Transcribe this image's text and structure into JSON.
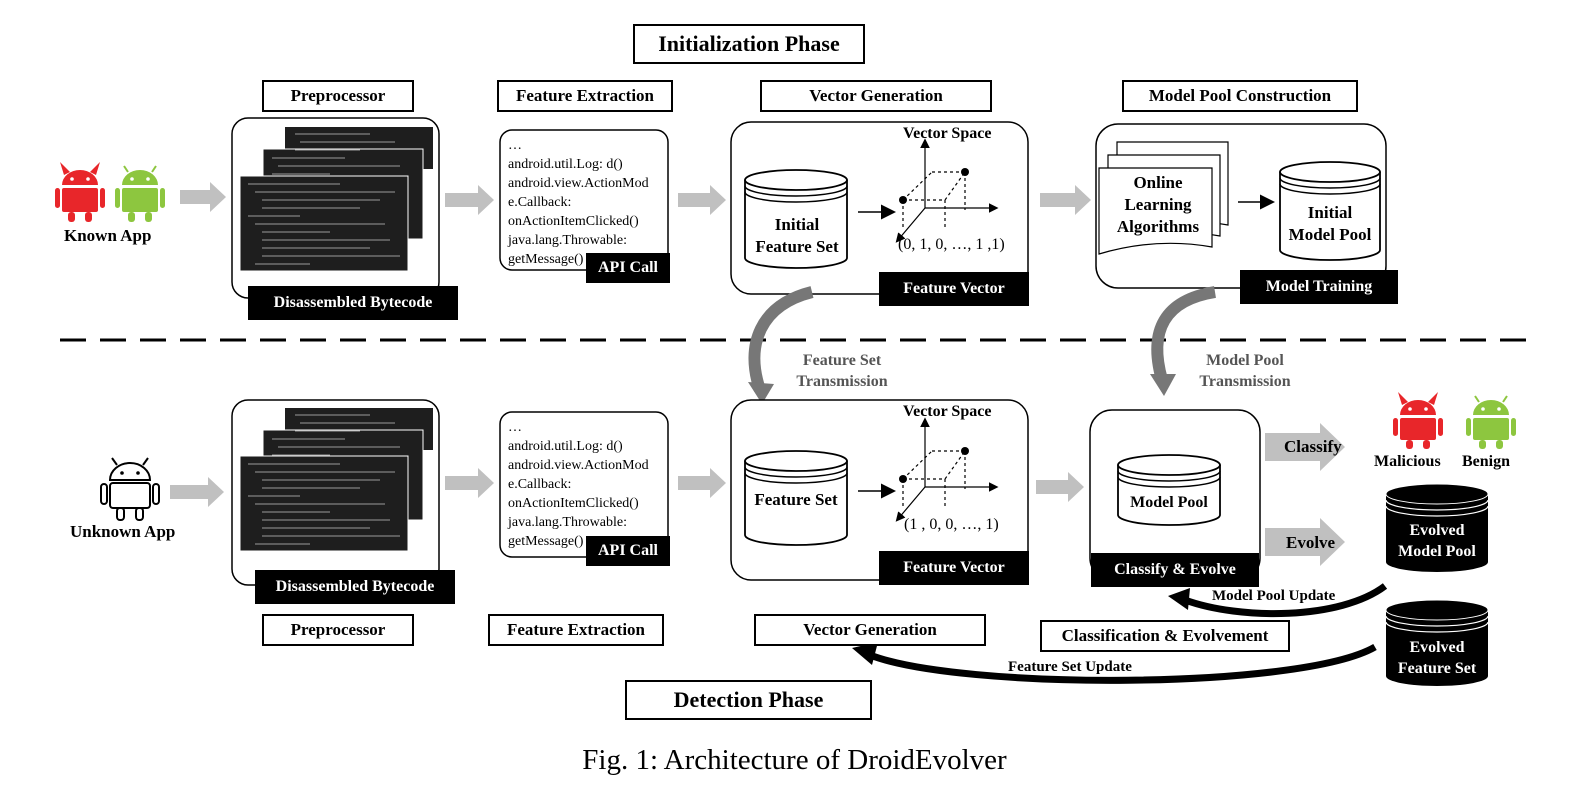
{
  "figure": {
    "caption": "Fig. 1: Architecture of DroidEvolver",
    "init_phase": "Initialization Phase",
    "detect_phase": "Detection Phase"
  },
  "top": {
    "known_app": "Known App",
    "preprocessor": "Preprocessor",
    "feature_extraction": "Feature Extraction",
    "vector_generation": "Vector Generation",
    "model_pool_construction": "Model Pool Construction",
    "disassembled_bytecode": "Disassembled Bytecode",
    "api_call": "API Call",
    "vector_space": "Vector Space",
    "initial_feature_set_1": "Initial",
    "initial_feature_set_2": "Feature Set",
    "feature_vector": "Feature Vector",
    "vector_value": "(0, 1, 0, …, 1 ,1)",
    "online_1": "Online",
    "online_2": "Learning",
    "online_3": "Algorithms",
    "initial_model_pool_1": "Initial",
    "initial_model_pool_2": "Model Pool",
    "model_training": "Model Training",
    "code_lines": [
      "…",
      "android.util.Log: d()",
      "android.view.ActionMod",
      "e.Callback:",
      "onActionItemClicked()",
      "java.lang.Throwable:",
      "getMessage()",
      ".."
    ]
  },
  "middle": {
    "fst_1": "Feature Set",
    "fst_2": "Transmission",
    "mpt_1": "Model Pool",
    "mpt_2": "Transmission"
  },
  "bottom": {
    "unknown_app": "Unknown App",
    "preprocessor": "Preprocessor",
    "feature_extraction": "Feature Extraction",
    "vector_generation": "Vector Generation",
    "classification_evolvement": "Classification & Evolvement",
    "disassembled_bytecode": "Disassembled Bytecode",
    "api_call": "API Call",
    "vector_space": "Vector Space",
    "feature_set": "Feature Set",
    "feature_vector": "Feature Vector",
    "vector_value": "(1 , 0, 0, …, 1)",
    "model_pool": "Model Pool",
    "classify_evolve": "Classify & Evolve",
    "classify": "Classify",
    "evolve": "Evolve",
    "malicious": "Malicious",
    "benign": "Benign",
    "evolved_model_pool_1": "Evolved",
    "evolved_model_pool_2": "Model Pool",
    "evolved_feature_set_1": "Evolved",
    "evolved_feature_set_2": "Feature Set",
    "model_pool_update": "Model Pool Update",
    "feature_set_update": "Feature Set Update",
    "code_lines": [
      "…",
      "android.util.Log: d()",
      "android.view.ActionMod",
      "e.Callback:",
      "onActionItemClicked()",
      "java.lang.Throwable:",
      "getMessage()",
      ".."
    ]
  },
  "colors": {
    "malicious_robot": "#e8262a",
    "benign_robot": "#8dc63f",
    "arrow_gray": "#c0c0c0",
    "code_bg": "#1e1e1e"
  }
}
